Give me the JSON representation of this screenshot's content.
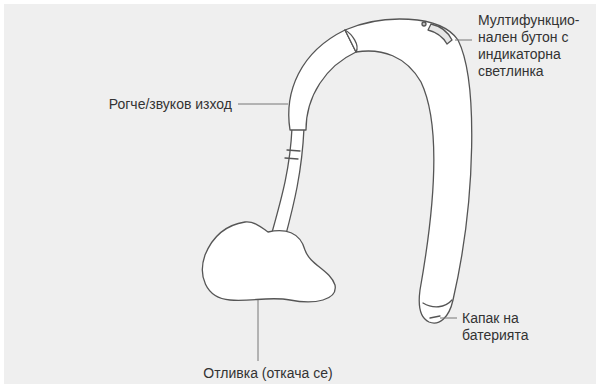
{
  "diagram": {
    "labels": [
      "Мултифункцио- нален бутон с индикаторна светлинка",
      "Рогче/звуков изход",
      "Капак на батерията",
      "Отливка (откача се)"
    ]
  }
}
